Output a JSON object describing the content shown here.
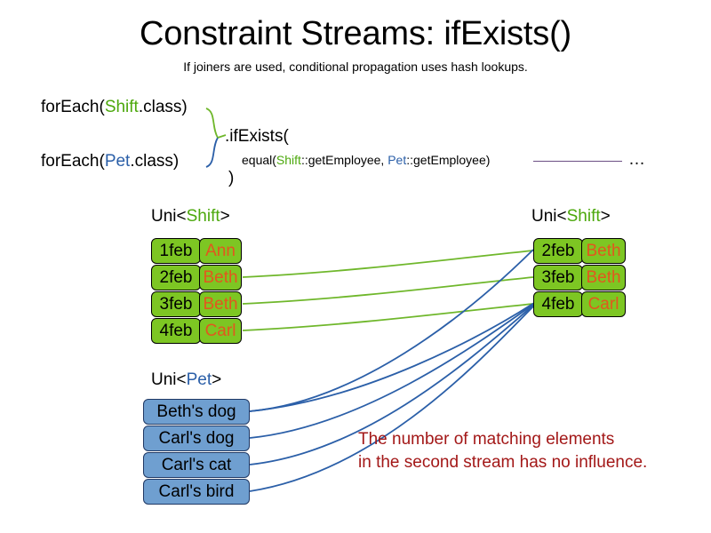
{
  "slide": {
    "title": "Constraint Streams: ifExists()",
    "subtitle": "If joiners are used, conditional propagation uses hash lookups."
  },
  "code": {
    "for_each_shift": {
      "prefix": "forEach(",
      "type": "Shift",
      "suffix": ".class)"
    },
    "for_each_pet": {
      "prefix": "forEach(",
      "type": "Pet",
      "suffix": ".class)"
    },
    "if_exists": ".ifExists(",
    "equal": {
      "prefix": "equal(",
      "first_type": "Shift",
      "first_ref": "::getEmployee, ",
      "second_type": "Pet",
      "second_ref": "::getEmployee)"
    },
    "close_paren": ")",
    "ellipsis": "…"
  },
  "streams": {
    "shift_left": {
      "label_prefix": "Uni<",
      "label_type": "Shift",
      "label_suffix": ">",
      "rows": [
        {
          "date": "1feb",
          "name": "Ann"
        },
        {
          "date": "2feb",
          "name": "Beth"
        },
        {
          "date": "3feb",
          "name": "Beth"
        },
        {
          "date": "4feb",
          "name": "Carl"
        }
      ]
    },
    "shift_right": {
      "label_prefix": "Uni<",
      "label_type": "Shift",
      "label_suffix": ">",
      "rows": [
        {
          "date": "2feb",
          "name": "Beth"
        },
        {
          "date": "3feb",
          "name": "Beth"
        },
        {
          "date": "4feb",
          "name": "Carl"
        }
      ]
    },
    "pet": {
      "label_prefix": "Uni<",
      "label_type": "Pet",
      "label_suffix": ">",
      "rows": [
        {
          "name": "Beth's dog"
        },
        {
          "name": "Carl's dog"
        },
        {
          "name": "Carl's cat"
        },
        {
          "name": "Carl's bird"
        }
      ]
    }
  },
  "note": "The number of matching elements\nin the second stream has no influence.",
  "colors": {
    "shift_green": "#7DC623",
    "shift_name_orange": "#E2571E",
    "pet_blue": "#6F9FD0",
    "pet_border": "#1F3864",
    "wire_green": "#6FB72B",
    "wire_blue": "#2B5FA8",
    "note_red": "#A31818",
    "rule_purple": "#6B4E84",
    "type_shift": "#4CA80C",
    "type_pet": "#2B5FA8"
  }
}
